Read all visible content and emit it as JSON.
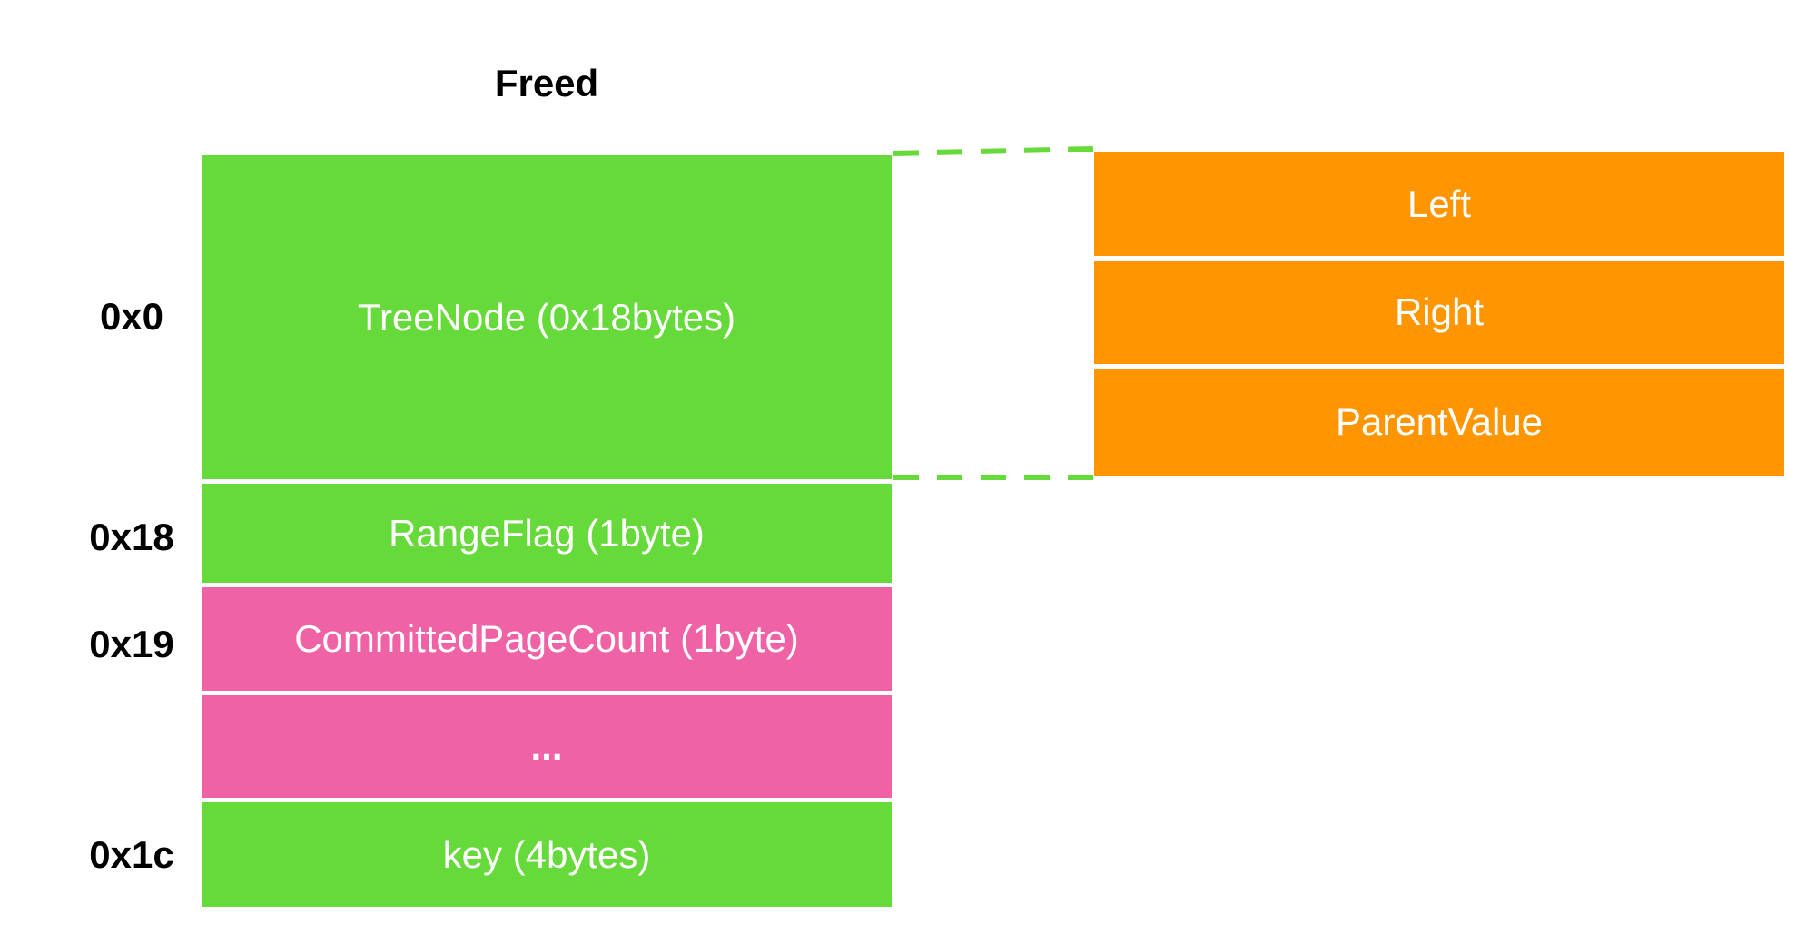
{
  "title": "Freed",
  "offsets": [
    "0x0",
    "0x18",
    "0x19",
    "0x1c"
  ],
  "struct_fields": [
    {
      "label": "TreeNode (0x18bytes)",
      "color": "#66da3a"
    },
    {
      "label": "RangeFlag (1byte)",
      "color": "#66da3a"
    },
    {
      "label": "CommittedPageCount (1byte)",
      "color": "#ef62a6"
    },
    {
      "label": "...",
      "color": "#ef62a6"
    },
    {
      "label": "key (4bytes)",
      "color": "#66da3a"
    }
  ],
  "treenode_fields": [
    {
      "label": "Left",
      "color": "#ff9500"
    },
    {
      "label": "Right",
      "color": "#ff9500"
    },
    {
      "label": "ParentValue",
      "color": "#ff9500"
    }
  ],
  "colors": {
    "green": "#66da3a",
    "pink": "#ef62a6",
    "orange": "#ff9500",
    "connector": "#66da3a"
  }
}
